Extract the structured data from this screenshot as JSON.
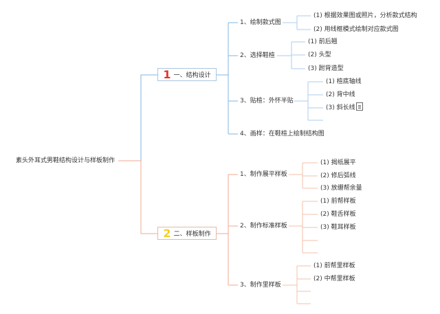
{
  "root": {
    "label": "素头外耳式男鞋结构设计与样板制作"
  },
  "branches": [
    {
      "number": "1",
      "label": "一、结构设计",
      "color": "#7fb4e2",
      "children": [
        {
          "label": "1、绘制款式图",
          "leaves": [
            "(1) 根据效果图或照片，分析款式结构",
            "(2) 用线框模式绘制对应款式图"
          ]
        },
        {
          "label": "2、选择鞋楦",
          "leaves": [
            "(1) 前后翘",
            "(2) 头型",
            "(3) 跗背造型"
          ]
        },
        {
          "label": "3、贴楦：外怀半贴",
          "leaves": [
            "(1) 楦底轴线",
            "(2) 背中线",
            "(3) 斜长线"
          ]
        },
        {
          "label": "4、画样：在鞋楦上绘制结构图",
          "leaves": []
        }
      ]
    },
    {
      "number": "2",
      "label": "二、样板制作",
      "color": "#f0a88c",
      "children": [
        {
          "label": "1、制作展平样板",
          "leaves": [
            "(1) 揭纸展平",
            "(2) 修后弧线",
            "(3) 放绷帮余量"
          ]
        },
        {
          "label": "2、制作标准样板",
          "leaves": [
            "(1) 前帮样板",
            "(2) 鞋舌样板",
            "(3) 鞋耳样板"
          ]
        },
        {
          "label": "3、制作里样板",
          "leaves": [
            "(1) 前帮里样板",
            "(2) 中帮里样板"
          ]
        }
      ]
    }
  ],
  "icons": {
    "attachment": "document-icon"
  }
}
